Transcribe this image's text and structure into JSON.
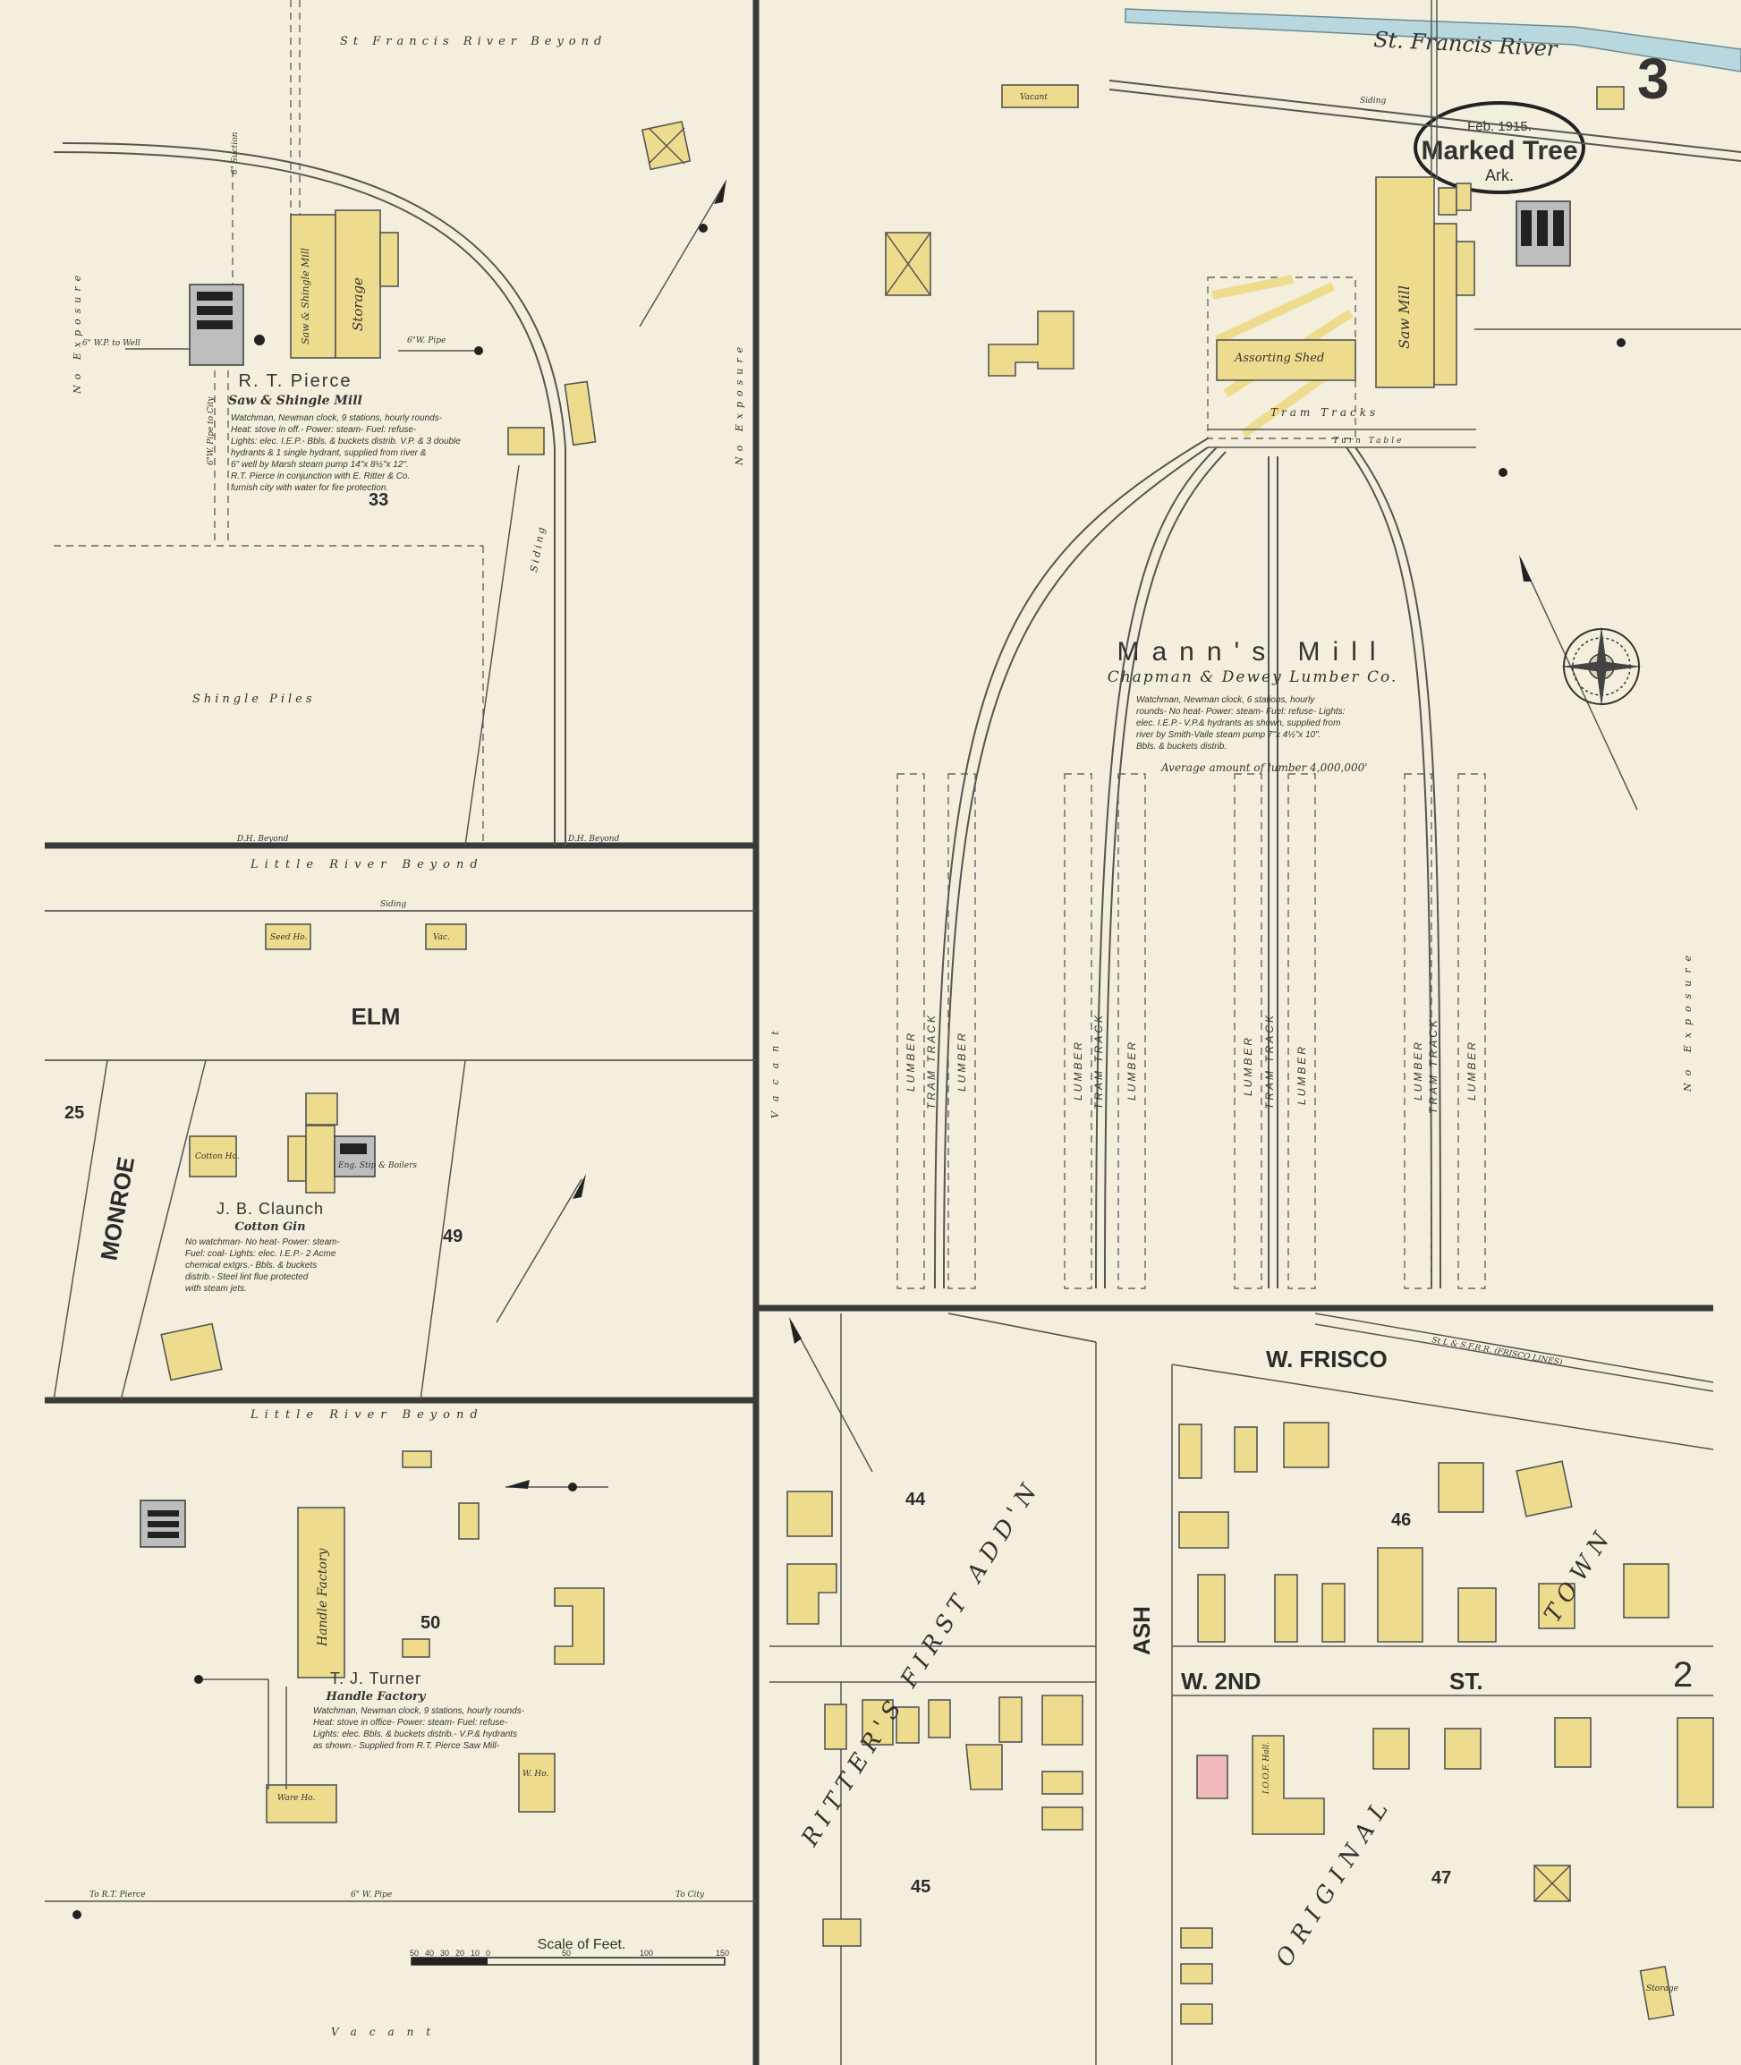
{
  "sheet": {
    "number": "3",
    "date": "Feb. 1915.",
    "town": "Marked Tree",
    "state": "Ark."
  },
  "rivers": {
    "st_francis": "St. Francis River",
    "st_francis_beyond": "St Francis River Beyond",
    "little_river_beyond": "Little River Beyond"
  },
  "streets": {
    "elm": "ELM",
    "monroe": "MONROE",
    "ash": "ASH",
    "w_frisco": "W. FRISCO",
    "w_2nd": "W. 2ND",
    "st": "ST.",
    "railroad": "St L & S.F.R.R. (FRISCO LINES)"
  },
  "additions": {
    "ritters": "RITTER'S FIRST ADD'N",
    "original_town_a": "TOWN",
    "original_town_b": "ORIGINAL"
  },
  "blocks": {
    "b33": "33",
    "b25": "25",
    "b49": "49",
    "b50": "50",
    "b44": "44",
    "b45": "45",
    "b46": "46",
    "b47": "47",
    "page2": "2"
  },
  "pierce": {
    "name": "R. T. Pierce",
    "sub": "Saw & Shingle Mill",
    "notes": [
      "Watchman, Newman clock, 9 stations, hourly rounds-",
      "Heat: stove in off.- Power: steam- Fuel: refuse-",
      "Lights: elec. I.E.P.- Bbls. & buckets distrib. V.P. & 3 double",
      "hydrants & 1 single hydrant, supplied from river &",
      "6\" well by Marsh steam pump 14\"x 8½\"x 12\".",
      "R.T. Pierce in conjunction with E. Ritter & Co.",
      "furnish city with water for fire protection."
    ],
    "saw_mill": "Saw & Shingle Mill",
    "storage": "Storage",
    "shingle_piles": "Shingle Piles",
    "siding": "Siding",
    "suction": "6\" Suction",
    "well_pipe": "6\" W.P. to Well",
    "pipe_6w": "6\"W. Pipe",
    "pipe_city": "6\"W. Pipe to City",
    "dh_beyond": "D.H. Beyond",
    "no_exposure": "No Exposure"
  },
  "mann": {
    "name": "Mann's Mill",
    "company": "Chapman & Dewey Lumber Co.",
    "notes": [
      "Watchman, Newman clock, 6 stations, hourly",
      "rounds- No heat- Power: steam- Fuel: refuse- Lights:",
      "elec. I.E.P.- V.P.& hydrants as shown, supplied from",
      "river by Smith-Vaile steam pump 7\"x 4½\"x 10\".",
      "Bbls. & buckets distrib."
    ],
    "lumber_amount": "Average amount of lumber 4,000,000'",
    "assorting_shed": "Assorting Shed",
    "saw_mill": "Saw Mill",
    "tram_tracks": "Tram Tracks",
    "turn_table": "Turn Table",
    "lumber": "LUMBER",
    "tram_track": "TRAM TRACK",
    "siding": "Siding",
    "vacant": "Vacant",
    "no_exposure": "No Exposure"
  },
  "clanch": {
    "name": "J. B. Claunch",
    "sub": "Cotton Gin",
    "notes": [
      "No watchman- No heat- Power: steam-",
      "Fuel: coal- Lights: elec. I.E.P.- 2 Acme",
      "chemical extgrs.- Bbls. & buckets",
      "distrib.- Steel lint flue protected",
      "with steam jets."
    ],
    "cotton_ho": "Cotton Ho.",
    "seed_ho": "Seed Ho.",
    "vac": "Vac.",
    "eng": "Eng. Stip & Boilers",
    "siding": "Siding"
  },
  "turner": {
    "name": "T. J. Turner",
    "sub": "Handle Factory",
    "notes": [
      "Watchman, Newman clock, 9 stations, hourly rounds-",
      "Heat: stove in office- Power: steam- Fuel: refuse-",
      "Lights: elec. Bbls. & buckets distrib.- V.P.& hydrants",
      "as shown.- Supplied from R.T. Pierce Saw Mill-"
    ],
    "handle_factory": "Handle Factory",
    "ware_ho": "Ware Ho.",
    "w_ho": "W. Ho.",
    "to_pierce": "To R.T. Pierce",
    "to_city": "To City",
    "pipe": "6\" W. Pipe",
    "vacant": "Vacant"
  },
  "town": {
    "ioof": "I.O.O.F. Hall.",
    "storage": "Storage"
  },
  "scale": {
    "title": "Scale of Feet.",
    "ticks": [
      "50",
      "40",
      "30",
      "20",
      "10",
      "0",
      "50",
      "100",
      "150"
    ]
  },
  "colors": {
    "paper": "#f4efdd",
    "frame": "#eedc8e",
    "brick": "#f2b9bd",
    "river": "#b9d7df",
    "line": "#3a3a3a"
  }
}
